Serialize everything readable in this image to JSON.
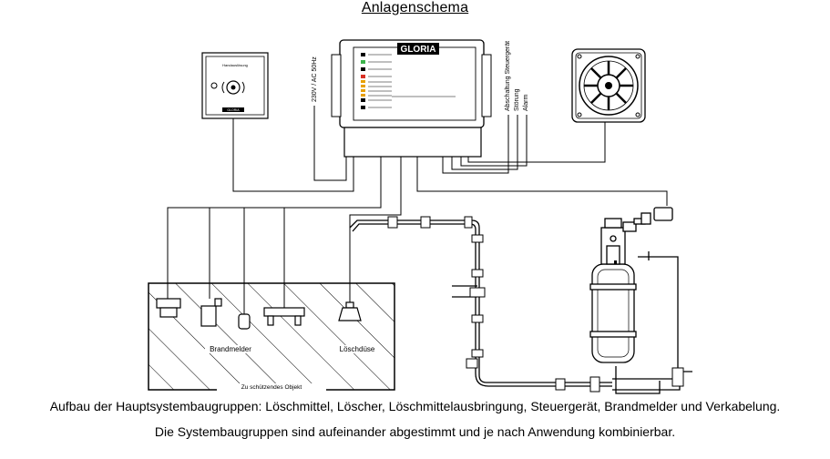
{
  "title": "Anlagenschema",
  "brand_panel": "GLORIA",
  "manual_release_text": "Handauslösung",
  "manual_release_brand": "GLORIA",
  "power_label": "230V / AC 50Hz",
  "output_labels": [
    "Abschaltung Steuergerät",
    "Störung",
    "Alarm"
  ],
  "detector_label": "Brandmelder",
  "nozzle_label": "Löschdüse",
  "object_label": "Zu schützendes Objekt",
  "caption_line1": "Aufbau der Hauptsystembaugruppen: Löschmittel, Löscher, Löschmittelausbringung, Steuergerät, Brandmelder und Verkabelung.",
  "caption_line2": "Die Systembaugruppen sind aufeinander abgestimmt und je nach Anwendung kombinierbar.",
  "icons": [
    "manual-call-point-icon",
    "control-panel-icon",
    "fan-icon",
    "extinguisher-cylinder-icon",
    "smoke-detector-icon",
    "nozzle-icon"
  ]
}
